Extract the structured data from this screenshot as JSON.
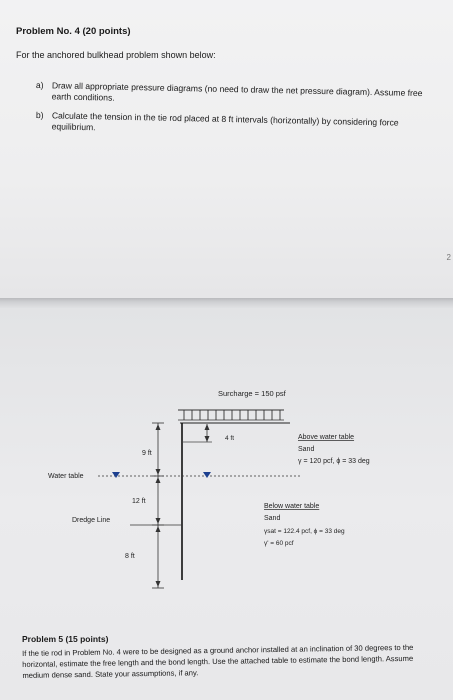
{
  "problem4": {
    "title": "Problem No. 4 (20 points)",
    "intro": "For the anchored bulkhead problem shown below:",
    "items": [
      {
        "label": "a)",
        "text": "Draw all appropriate pressure diagrams (no need to draw the net pressure diagram). Assume free earth conditions."
      },
      {
        "label": "b)",
        "text": "Calculate the tension in the tie rod placed at 8 ft intervals (horizontally) by considering force equilibrium."
      }
    ]
  },
  "corner_mark": "2",
  "diagram": {
    "surcharge": "Surcharge = 150 psf",
    "dim_4ft": "4 ft",
    "dim_9ft": "9 ft",
    "dim_12ft": "12 ft",
    "dim_8ft": "8 ft",
    "water_table": "Water table",
    "dredge_line": "Dredge Line",
    "above": {
      "heading": "Above water table",
      "material": "Sand",
      "props": "γ = 120 pcf, ϕ = 33 deg"
    },
    "below": {
      "heading": "Below water table",
      "material": "Sand",
      "gamma_sat": "γsat = 122.4 pcf, ϕ = 33 deg",
      "gamma_prime": "γ' = 60 pcf"
    }
  },
  "problem5": {
    "title": "Problem 5 (15 points)",
    "text": "If the tie rod in Problem No. 4 were to be designed as a ground anchor installed at an inclination of 30 degrees to the horizontal, estimate the free length and the bond length. Use the attached table to estimate the bond length. Assume medium dense sand. State your assumptions, if any."
  }
}
